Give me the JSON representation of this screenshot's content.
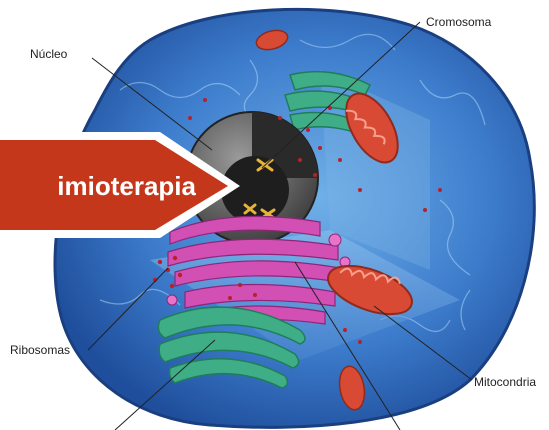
{
  "labels": {
    "nucleus": "Núcleo",
    "chromosome": "Cromosoma",
    "ribosomes": "Ribosomas",
    "mitochondria": "Mitocondria"
  },
  "banner": {
    "text": "imioterapia",
    "color": "#c4371a"
  },
  "colors": {
    "cell_membrane": "#2d64b8",
    "cytoplasm": "#4a8fd4",
    "nucleus": "#3a3a3a",
    "golgi": "#cc3ca6",
    "endoplasmic_reticulum": "#2fa07c",
    "mitochondria": "#d94a35",
    "ribosomes": "#b8202a"
  }
}
